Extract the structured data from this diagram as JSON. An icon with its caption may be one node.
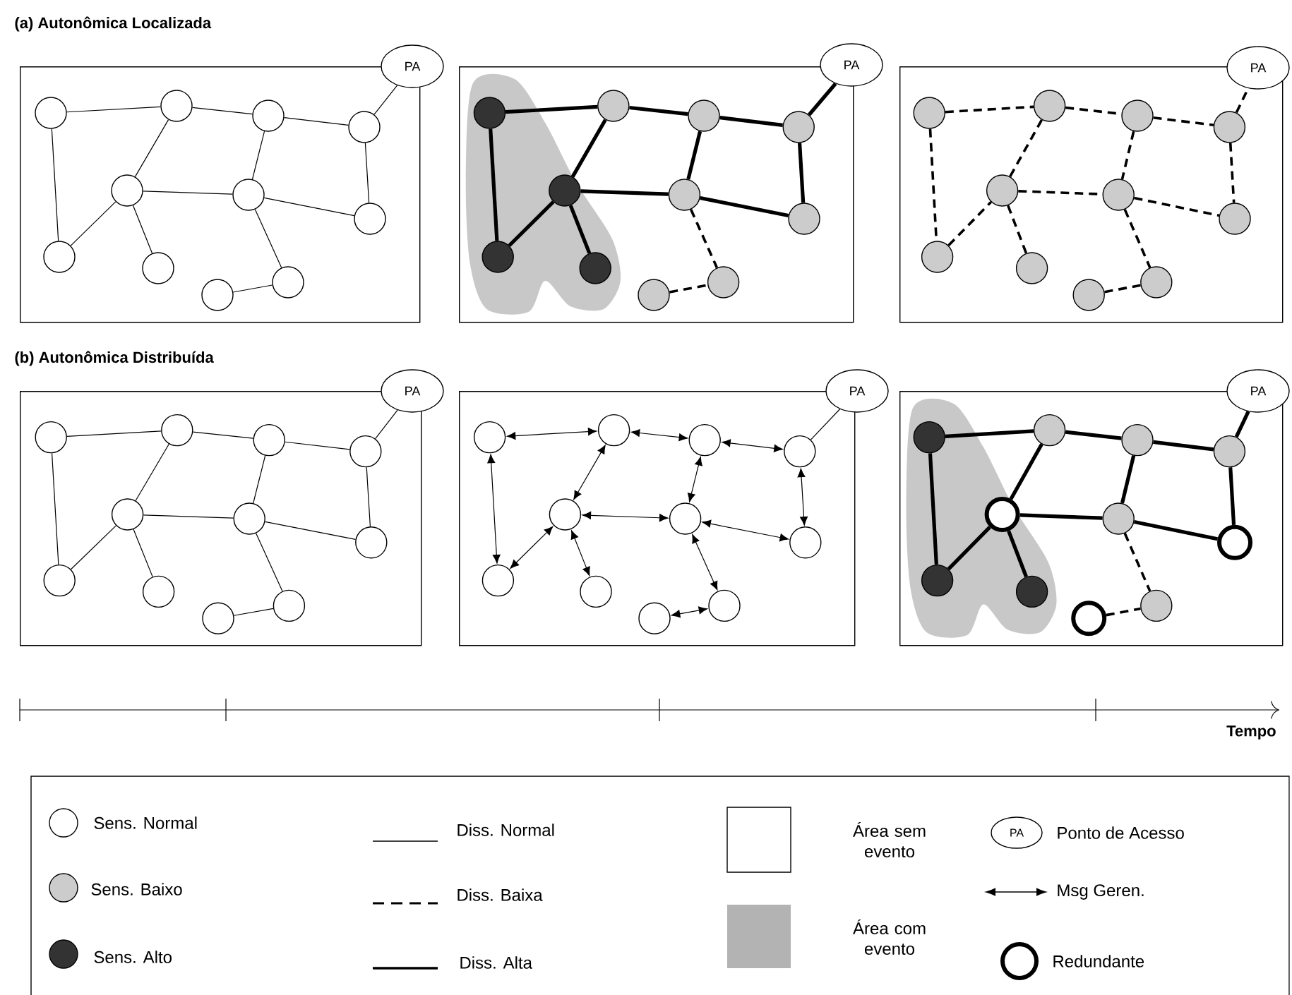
{
  "diagram": {
    "nodes": [
      {
        "text": [],
        "shape": "box"
      },
      {
        "text": [],
        "shape": "circle",
        "in": 0
      },
      {
        "text": [],
        "shape": "circle",
        "in": 0
      },
      {
        "text": [],
        "shape": "circle",
        "in": 0
      },
      {
        "text": [],
        "shape": "circle",
        "in": 0
      },
      {
        "text": [],
        "shape": "circle",
        "in": 0
      },
      {
        "text": [],
        "shape": "circle",
        "in": 0
      },
      {
        "text": [],
        "shape": "circle",
        "in": 0
      },
      {
        "text": [],
        "shape": "circle",
        "in": 0
      },
      {
        "text": [],
        "shape": "circle",
        "in": 0
      },
      {
        "text": [],
        "shape": "circle",
        "in": 0
      },
      {
        "text": [],
        "shape": "circle",
        "in": 0
      },
      {
        "text": [
          "PA"
        ]
      },
      {
        "text": [],
        "shape": "box"
      },
      {
        "text": [],
        "shape": "circle",
        "in": 13
      },
      {
        "text": [],
        "shape": "circle",
        "in": 13
      },
      {
        "text": [],
        "shape": "circle",
        "in": 13
      },
      {
        "text": [],
        "shape": "circle",
        "in": 13
      },
      {
        "text": [],
        "shape": "circle",
        "in": 13
      },
      {
        "text": [],
        "shape": "circle",
        "in": 13
      },
      {
        "text": [],
        "shape": "circle",
        "in": 13
      },
      {
        "text": [],
        "shape": "circle",
        "in": 13
      },
      {
        "text": [],
        "shape": "circle",
        "in": 13
      },
      {
        "text": [],
        "shape": "circle",
        "in": 13
      },
      {
        "text": [],
        "shape": "circle",
        "in": 13
      },
      {
        "text": [
          "PA"
        ]
      },
      {
        "text": [],
        "shape": "box"
      },
      {
        "text": [],
        "shape": "circle",
        "in": 26
      },
      {
        "text": [],
        "shape": "circle",
        "in": 26
      },
      {
        "text": [],
        "shape": "circle",
        "in": 26
      },
      {
        "text": [],
        "shape": "circle",
        "in": 26
      },
      {
        "text": [],
        "shape": "circle",
        "in": 26
      },
      {
        "text": [],
        "shape": "circle",
        "in": 26
      },
      {
        "text": [],
        "shape": "circle",
        "in": 26
      },
      {
        "text": [],
        "shape": "circle",
        "in": 26
      },
      {
        "text": [],
        "shape": "circle",
        "in": 26
      },
      {
        "text": [],
        "shape": "circle",
        "in": 26
      },
      {
        "text": [],
        "shape": "circle",
        "in": 26
      },
      {
        "text": [
          "PA"
        ]
      },
      {
        "text": [],
        "shape": "box"
      },
      {
        "text": [],
        "shape": "circle",
        "in": 39
      },
      {
        "text": [],
        "shape": "circle",
        "in": 39
      },
      {
        "text": [],
        "shape": "circle",
        "in": 39
      },
      {
        "text": [],
        "shape": "circle",
        "in": 39
      },
      {
        "text": [],
        "shape": "circle",
        "in": 39
      },
      {
        "text": [],
        "shape": "circle",
        "in": 39
      },
      {
        "text": [],
        "shape": "circle",
        "in": 39
      },
      {
        "text": [],
        "shape": "circle",
        "in": 39
      },
      {
        "text": [],
        "shape": "circle",
        "in": 39
      },
      {
        "text": [],
        "shape": "circle",
        "in": 39
      },
      {
        "text": [],
        "shape": "circle",
        "in": 39
      },
      {
        "text": [
          "PA"
        ]
      },
      {
        "text": [],
        "shape": "box"
      },
      {
        "text": [],
        "shape": "circle",
        "in": 52
      },
      {
        "text": [],
        "shape": "circle",
        "in": 52
      },
      {
        "text": [],
        "shape": "circle",
        "in": 52
      },
      {
        "text": [],
        "shape": "circle",
        "in": 52
      },
      {
        "text": [],
        "shape": "circle",
        "in": 52
      },
      {
        "text": [],
        "shape": "circle",
        "in": 52
      },
      {
        "text": [],
        "shape": "circle",
        "in": 52
      },
      {
        "text": [],
        "shape": "circle",
        "in": 52
      },
      {
        "text": [],
        "shape": "circle",
        "in": 52
      },
      {
        "text": [],
        "shape": "circle",
        "in": 52
      },
      {
        "text": [],
        "shape": "circle",
        "in": 52
      },
      {
        "text": [
          "PA"
        ]
      },
      {
        "text": [],
        "shape": "box"
      },
      {
        "text": [],
        "shape": "circle",
        "in": 65
      },
      {
        "text": [],
        "shape": "circle",
        "in": 65
      },
      {
        "text": [],
        "shape": "circle",
        "in": 65
      },
      {
        "text": [],
        "shape": "circle",
        "in": 65
      },
      {
        "text": [],
        "shape": "circle",
        "in": 65
      },
      {
        "text": [],
        "shape": "circle",
        "in": 65
      },
      {
        "text": [],
        "shape": "circle",
        "in": 65
      },
      {
        "text": [],
        "shape": "circle",
        "in": 65
      },
      {
        "text": [],
        "shape": "circle",
        "in": 65
      },
      {
        "text": [],
        "shape": "circle",
        "in": 65
      },
      {
        "text": [],
        "shape": "circle",
        "in": 65
      },
      {
        "text": [
          "PA"
        ]
      }
    ],
    "edges": [
      {
        "from": 1,
        "to": 2,
        "arrow": "none"
      },
      {
        "from": 2,
        "to": 3,
        "arrow": "none"
      },
      {
        "from": 3,
        "to": 4,
        "arrow": "none"
      },
      {
        "from": 4,
        "to": 12,
        "arrow": "none"
      },
      {
        "from": 1,
        "to": 8,
        "arrow": "none"
      },
      {
        "from": 8,
        "to": 5,
        "arrow": "none"
      },
      {
        "from": 2,
        "to": 5,
        "arrow": "none"
      },
      {
        "from": 5,
        "to": 6,
        "arrow": "none"
      },
      {
        "from": 5,
        "to": 9,
        "arrow": "none"
      },
      {
        "from": 3,
        "to": 6,
        "arrow": "none"
      },
      {
        "from": 6,
        "to": 7,
        "arrow": "none"
      },
      {
        "from": 4,
        "to": 7,
        "arrow": "none"
      },
      {
        "from": 6,
        "to": 11,
        "arrow": "none"
      },
      {
        "from": 10,
        "to": 11,
        "arrow": "none"
      },
      {
        "from": 14,
        "to": 15,
        "arrow": "none",
        "style": "thick"
      },
      {
        "from": 15,
        "to": 16,
        "arrow": "none",
        "style": "thick"
      },
      {
        "from": 16,
        "to": 17,
        "arrow": "none",
        "style": "thick"
      },
      {
        "from": 17,
        "to": 25,
        "arrow": "none",
        "style": "thick"
      },
      {
        "from": 14,
        "to": 21,
        "arrow": "none",
        "style": "thick"
      },
      {
        "from": 21,
        "to": 18,
        "arrow": "none",
        "style": "thick"
      },
      {
        "from": 15,
        "to": 18,
        "arrow": "none",
        "style": "thick"
      },
      {
        "from": 18,
        "to": 19,
        "arrow": "none",
        "style": "thick"
      },
      {
        "from": 18,
        "to": 22,
        "arrow": "none",
        "style": "thick"
      },
      {
        "from": 16,
        "to": 19,
        "arrow": "none",
        "style": "thick"
      },
      {
        "from": 19,
        "to": 20,
        "arrow": "none",
        "style": "thick"
      },
      {
        "from": 17,
        "to": 20,
        "arrow": "none",
        "style": "thick"
      },
      {
        "from": 19,
        "to": 24,
        "arrow": "none",
        "style": "dashed"
      },
      {
        "from": 23,
        "to": 24,
        "arrow": "none",
        "style": "dashed"
      },
      {
        "from": 27,
        "to": 28,
        "arrow": "none",
        "style": "dashed"
      },
      {
        "from": 28,
        "to": 29,
        "arrow": "none",
        "style": "dashed"
      },
      {
        "from": 29,
        "to": 30,
        "arrow": "none",
        "style": "dashed"
      },
      {
        "from": 30,
        "to": 38,
        "arrow": "none",
        "style": "dashed"
      },
      {
        "from": 27,
        "to": 34,
        "arrow": "none",
        "style": "dashed"
      },
      {
        "from": 34,
        "to": 31,
        "arrow": "none",
        "style": "dashed"
      },
      {
        "from": 28,
        "to": 31,
        "arrow": "none",
        "style": "dashed"
      },
      {
        "from": 31,
        "to": 32,
        "arrow": "none",
        "style": "dashed"
      },
      {
        "from": 31,
        "to": 35,
        "arrow": "none",
        "style": "dashed"
      },
      {
        "from": 29,
        "to": 32,
        "arrow": "none",
        "style": "dashed"
      },
      {
        "from": 32,
        "to": 33,
        "arrow": "none",
        "style": "dashed"
      },
      {
        "from": 30,
        "to": 33,
        "arrow": "none",
        "style": "dashed"
      },
      {
        "from": 32,
        "to": 37,
        "arrow": "none",
        "style": "dashed"
      },
      {
        "from": 36,
        "to": 37,
        "arrow": "none",
        "style": "dashed"
      },
      {
        "from": 40,
        "to": 41,
        "arrow": "none"
      },
      {
        "from": 41,
        "to": 42,
        "arrow": "none"
      },
      {
        "from": 42,
        "to": 43,
        "arrow": "none"
      },
      {
        "from": 43,
        "to": 51,
        "arrow": "none"
      },
      {
        "from": 40,
        "to": 47,
        "arrow": "none"
      },
      {
        "from": 47,
        "to": 44,
        "arrow": "none"
      },
      {
        "from": 41,
        "to": 44,
        "arrow": "none"
      },
      {
        "from": 44,
        "to": 45,
        "arrow": "none"
      },
      {
        "from": 44,
        "to": 48,
        "arrow": "none"
      },
      {
        "from": 42,
        "to": 45,
        "arrow": "none"
      },
      {
        "from": 45,
        "to": 46,
        "arrow": "none"
      },
      {
        "from": 43,
        "to": 46,
        "arrow": "none"
      },
      {
        "from": 45,
        "to": 50,
        "arrow": "none"
      },
      {
        "from": 49,
        "to": 50,
        "arrow": "none"
      },
      {
        "from": 53,
        "to": 54,
        "arrow": "both"
      },
      {
        "from": 54,
        "to": 55,
        "arrow": "both"
      },
      {
        "from": 55,
        "to": 56,
        "arrow": "both"
      },
      {
        "from": 56,
        "to": 64,
        "arrow": "none"
      },
      {
        "from": 53,
        "to": 60,
        "arrow": "both"
      },
      {
        "from": 60,
        "to": 57,
        "arrow": "both"
      },
      {
        "from": 54,
        "to": 57,
        "arrow": "both"
      },
      {
        "from": 57,
        "to": 58,
        "arrow": "both"
      },
      {
        "from": 57,
        "to": 61,
        "arrow": "both"
      },
      {
        "from": 55,
        "to": 58,
        "arrow": "both"
      },
      {
        "from": 58,
        "to": 59,
        "arrow": "both"
      },
      {
        "from": 56,
        "to": 59,
        "arrow": "both"
      },
      {
        "from": 58,
        "to": 63,
        "arrow": "both"
      },
      {
        "from": 62,
        "to": 63,
        "arrow": "both"
      },
      {
        "from": 66,
        "to": 67,
        "arrow": "none",
        "style": "thick"
      },
      {
        "from": 67,
        "to": 68,
        "arrow": "none",
        "style": "thick"
      },
      {
        "from": 68,
        "to": 69,
        "arrow": "none",
        "style": "thick"
      },
      {
        "from": 69,
        "to": 77,
        "arrow": "none",
        "style": "thick"
      },
      {
        "from": 66,
        "to": 73,
        "arrow": "none",
        "style": "thick"
      },
      {
        "from": 73,
        "to": 70,
        "arrow": "none",
        "style": "thick"
      },
      {
        "from": 67,
        "to": 70,
        "arrow": "none",
        "style": "thick"
      },
      {
        "from": 70,
        "to": 71,
        "arrow": "none",
        "style": "thick"
      },
      {
        "from": 70,
        "to": 74,
        "arrow": "none",
        "style": "thick"
      },
      {
        "from": 68,
        "to": 71,
        "arrow": "none",
        "style": "thick"
      },
      {
        "from": 71,
        "to": 72,
        "arrow": "none",
        "style": "thick"
      },
      {
        "from": 69,
        "to": 72,
        "arrow": "none",
        "style": "thick"
      },
      {
        "from": 71,
        "to": 76,
        "arrow": "none",
        "style": "dashed"
      },
      {
        "from": 75,
        "to": 76,
        "arrow": "none",
        "style": "dashed"
      }
    ],
    "labels": [
      "(a) Autonômica Localizada",
      "(b) Autonômica Distribuída",
      "Tempo",
      "PA"
    ],
    "legend": [
      {
        "text": "Sens. Normal"
      },
      {
        "text": "Sens. Baixo"
      },
      {
        "text": "Sens. Alto"
      },
      {
        "text": "Diss. Normal"
      },
      {
        "text": "Diss. Baixa"
      },
      {
        "text": "Diss. Alta"
      },
      {
        "text": "Área sem evento"
      },
      {
        "text": "Área com evento",
        "color": "#b3b3b3"
      },
      {
        "text": "Ponto de Acesso"
      },
      {
        "text": "Msg Geren."
      },
      {
        "text": "Redundante"
      }
    ]
  }
}
